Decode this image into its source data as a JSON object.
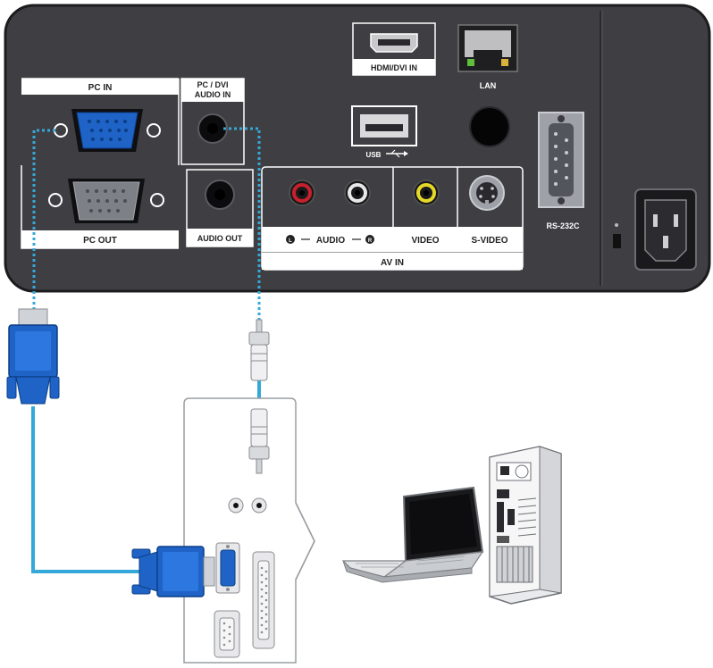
{
  "panel": {
    "labels": {
      "pc_in": "PC IN",
      "pc_dvi_audio_in_1": "PC / DVI",
      "pc_dvi_audio_in_2": "AUDIO IN",
      "hdmi_dvi_in": "HDMI/DVI IN",
      "lan": "LAN",
      "usb": "USB",
      "pc_out": "PC OUT",
      "audio_out": "AUDIO OUT",
      "audio": "AUDIO",
      "video": "VIDEO",
      "s_video": "S-VIDEO",
      "av_in": "AV IN",
      "rs232c": "RS-232C"
    },
    "audio_left_symbol": "L",
    "audio_right_symbol": "R"
  },
  "colors": {
    "panel": "#3f3e43",
    "cable": "#34a8d8",
    "vga_blue": "#1f63c6",
    "audio_red": "#c8202c",
    "video_yellow": "#e6d82a"
  },
  "icons": {
    "usb": "usb-trident-icon",
    "arrow": "right-arrow-icon",
    "laptop": "laptop-icon",
    "desktop": "desktop-tower-icon"
  }
}
